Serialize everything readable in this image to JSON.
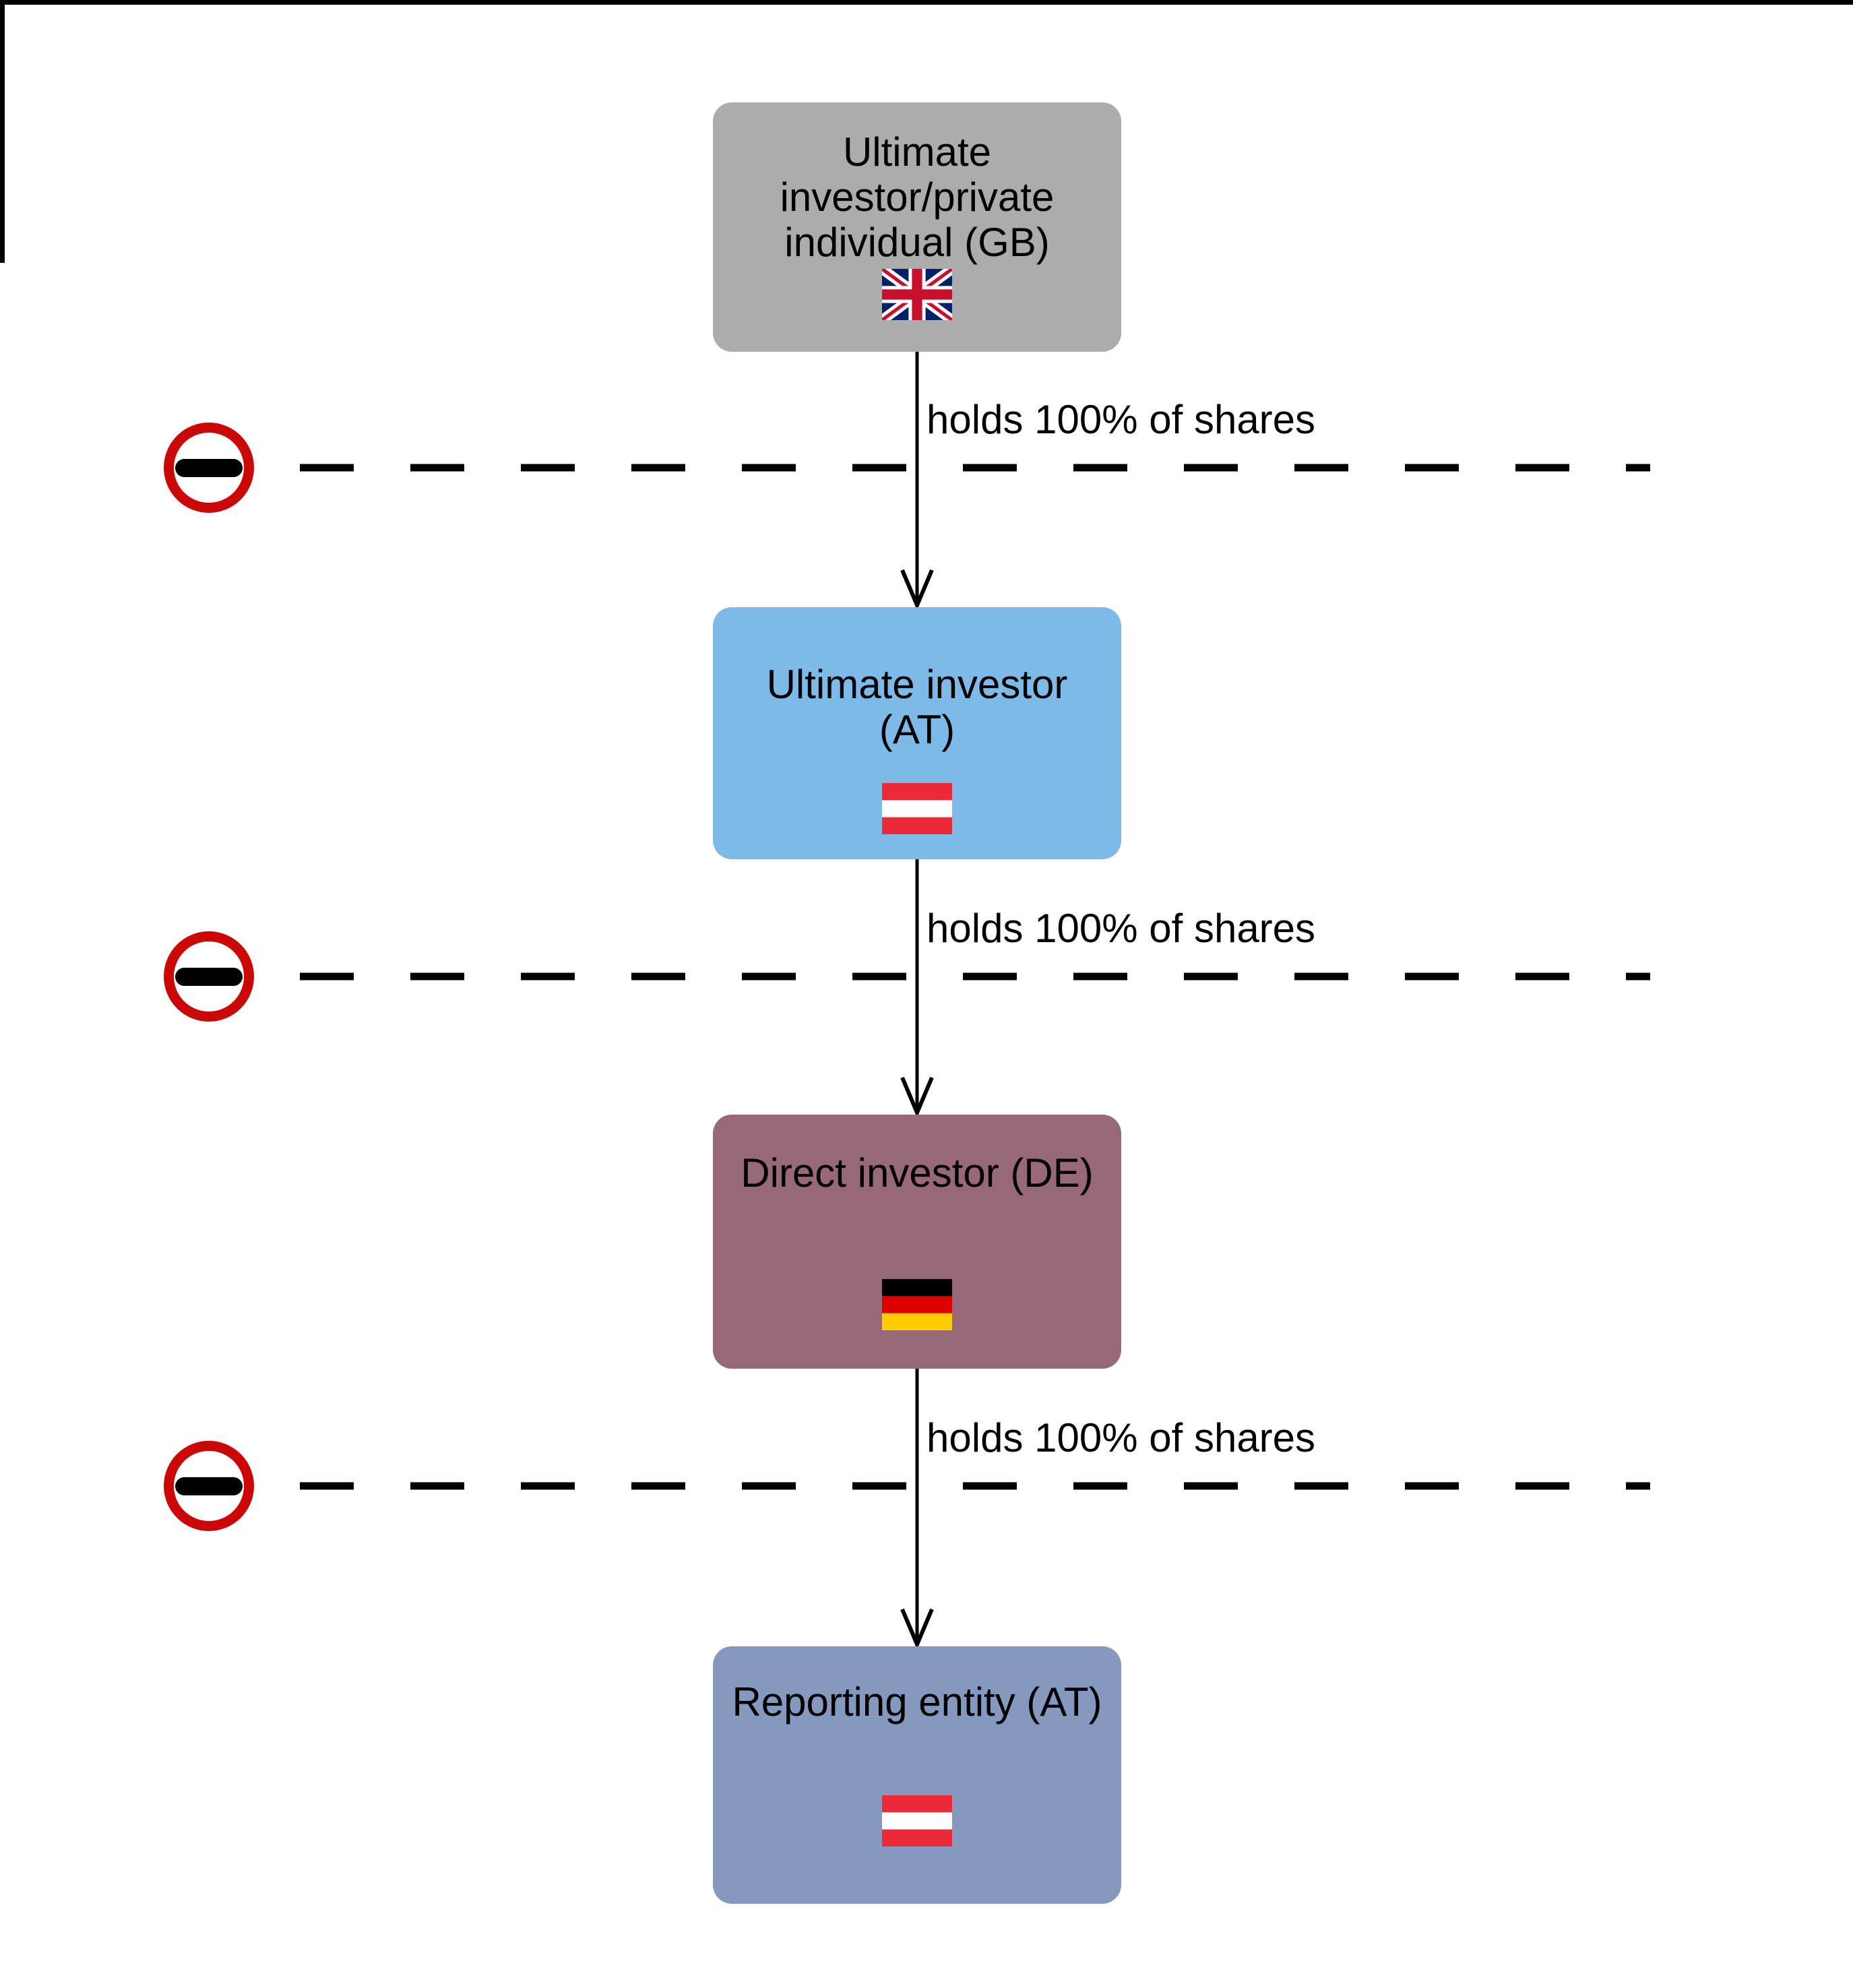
{
  "page": {
    "background": "#FFFFFF",
    "frame_color": "#000000"
  },
  "diagram": {
    "nodes": [
      {
        "label": "Ultimate investor/private individual (GB)",
        "country_code": "GB",
        "flag": "uk",
        "fill": "#ACACAC"
      },
      {
        "label": "Ultimate investor (AT)",
        "country_code": "AT",
        "flag": "austria",
        "fill": "#7DBAE8"
      },
      {
        "label": "Direct investor (DE)",
        "country_code": "DE",
        "flag": "germany",
        "fill": "#976877"
      },
      {
        "label": "Reporting entity (AT)",
        "country_code": "AT",
        "flag": "austria",
        "fill": "#8598BE"
      }
    ],
    "edges": [
      {
        "label": "holds 100% of shares"
      },
      {
        "label": "holds 100% of shares"
      },
      {
        "label": "holds 100% of shares"
      }
    ],
    "separators": {
      "count": 3,
      "icon": "no-entry-icon",
      "ring_color": "#CB0707",
      "bar_color": "#000000",
      "line_style": "dashed",
      "line_color": "#000000"
    },
    "flag_colors": {
      "uk_blue": "#012169",
      "uk_red": "#C8102E",
      "austria_red": "#ED2939",
      "germany_black": "#000000",
      "germany_red": "#DD0000",
      "germany_gold": "#FFCC00"
    }
  }
}
